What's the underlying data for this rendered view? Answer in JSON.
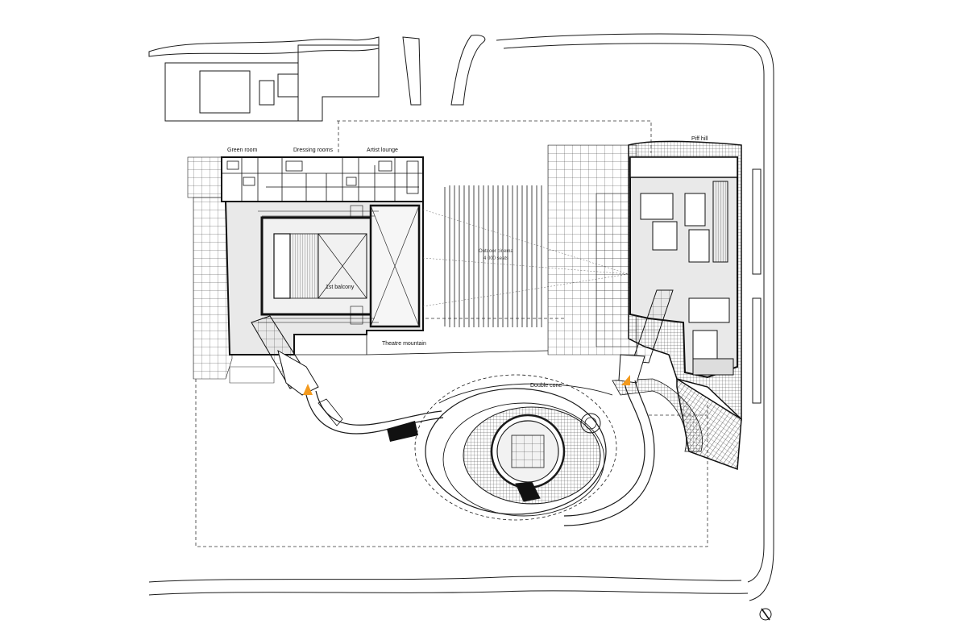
{
  "labels": {
    "green_room": "Green room",
    "dressing_rooms": "Dressing rooms",
    "artist_lounge": "Artist lounge",
    "piff_hill": "Piff hill",
    "outdoor_cinema": "Outdoor cinema",
    "outdoor_cinema_seats": "4 000 seats",
    "first_balcony": "1st balcony",
    "theatre_mountain": "Theatre mountain",
    "double_cone": "Double cone"
  },
  "colors": {
    "line": "#1a1a1a",
    "fill_floor": "#e9e9e9",
    "wall": "#111111",
    "entrance_marker": "#f39a1e"
  },
  "icons": {
    "north_arrow": "north-arrow-icon",
    "entrance": "entrance-triangle-icon"
  }
}
